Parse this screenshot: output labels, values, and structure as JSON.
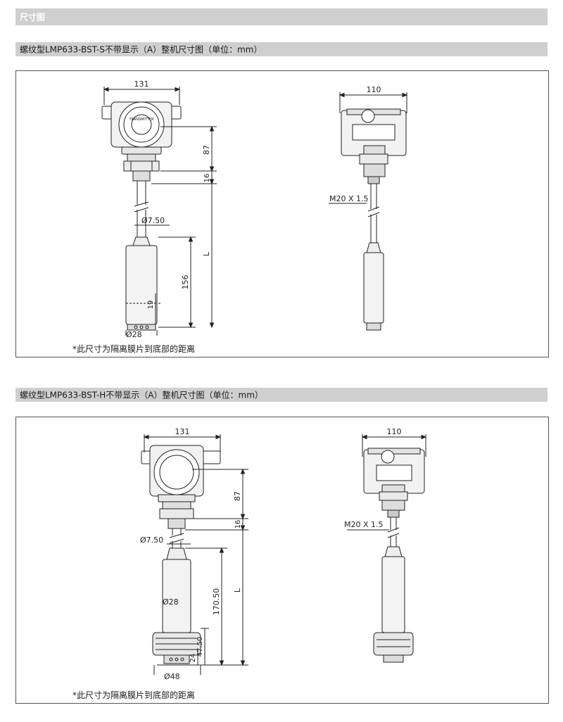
{
  "section_title": "尺寸图",
  "diagrams": [
    {
      "caption": "螺纹型LMP633-BST-S不带显示（A）整机尺寸图（单位：mm）",
      "width_label": "131",
      "side_width_label": "110",
      "dim_87": "87",
      "dim_16": "16",
      "dim_L": "L",
      "dim_cable": "Ø7.50",
      "dim_probe_len": "156",
      "dim_19": "19",
      "dim_bottom_dia": "Ø28",
      "thread": "M20 X 1.5",
      "nameplate": "TRANSMITTER",
      "note": "*此尺寸为隔离膜片到底部的距离"
    },
    {
      "caption": "螺纹型LMP633-BST-H不带显示（A）整机尺寸图（单位：mm）",
      "width_label": "131",
      "side_width_label": "110",
      "dim_87": "87",
      "dim_16": "16",
      "dim_L": "L",
      "dim_cable": "Ø7.50",
      "dim_probe_dia": "Ø28",
      "dim_probe_len": "170.50",
      "dim_47": "47.50",
      "dim_24": "24",
      "dim_bottom_dia": "Ø48",
      "thread": "M20 X 1.5",
      "note": "*此尺寸为隔离膜片到底部的距离"
    }
  ]
}
